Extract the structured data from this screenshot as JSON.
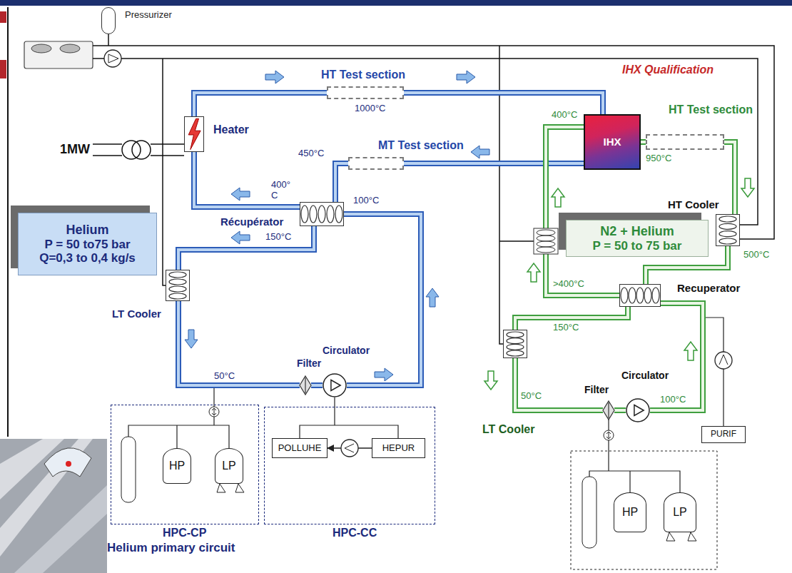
{
  "diagram": {
    "nodes": [
      {
        "text": [
          "Pressurizer"
        ]
      },
      {
        "text": [
          "Heater"
        ]
      },
      {
        "text": [
          "HT Test section"
        ]
      },
      {
        "text": [
          "MT Test section"
        ]
      },
      {
        "text": [
          "IHX"
        ]
      },
      {
        "text": [
          "HT Test section"
        ]
      },
      {
        "text": [
          "Helium",
          "P = 50 to75 bar",
          "Q=0,3 to 0,4 kg/s"
        ]
      },
      {
        "text": [
          "Récupérator"
        ]
      },
      {
        "text": [
          "N2 + Helium",
          "P = 50 to 75 bar"
        ]
      },
      {
        "text": [
          "HT Cooler"
        ]
      },
      {
        "text": [
          "Recuperator"
        ]
      },
      {
        "text": [
          "LT Cooler"
        ]
      },
      {
        "text": [
          "Filter"
        ]
      },
      {
        "text": [
          "Circulator"
        ]
      },
      {
        "text": [
          "LT Cooler"
        ]
      },
      {
        "text": [
          "Filter"
        ]
      },
      {
        "text": [
          "Circulator"
        ]
      },
      {
        "text": [
          "PURIF"
        ]
      },
      {
        "text": [
          "HPC-CP"
        ]
      },
      {
        "text": [
          "HP"
        ],
        "in": 18
      },
      {
        "text": [
          "LP"
        ],
        "in": 18
      },
      {
        "text": [
          "HPC-CC"
        ]
      },
      {
        "text": [
          "POLLUHE"
        ],
        "in": 21
      },
      {
        "text": [
          "HEPUR"
        ],
        "in": 21
      },
      {
        "text": [
          "HP"
        ]
      },
      {
        "text": [
          "LP"
        ]
      }
    ],
    "edges": [
      {
        "from": 1,
        "to": 2,
        "arrow": "none"
      },
      {
        "from": 2,
        "to": 4,
        "arrow": "none"
      },
      {
        "from": 4,
        "to": 3,
        "arrow": "none"
      },
      {
        "from": 3,
        "to": 7,
        "arrow": "none"
      },
      {
        "from": 7,
        "to": 11,
        "arrow": "none"
      },
      {
        "from": 11,
        "to": 12,
        "arrow": "none"
      },
      {
        "from": 12,
        "to": 13,
        "arrow": "none"
      },
      {
        "from": 13,
        "to": 7,
        "arrow": "none"
      },
      {
        "from": 7,
        "to": 1,
        "arrow": "none"
      },
      {
        "from": 4,
        "to": 5,
        "arrow": "none"
      },
      {
        "from": 5,
        "to": 9,
        "arrow": "none"
      },
      {
        "from": 9,
        "to": 10,
        "arrow": "none"
      },
      {
        "from": 10,
        "to": 4,
        "arrow": "none"
      },
      {
        "from": 10,
        "to": 14,
        "arrow": "none"
      },
      {
        "from": 14,
        "to": 15,
        "arrow": "none"
      },
      {
        "from": 15,
        "to": 16,
        "arrow": "none"
      },
      {
        "from": 16,
        "to": 10,
        "arrow": "none"
      },
      {
        "from": 23,
        "to": 22,
        "arrow": "to"
      }
    ],
    "labels": [
      "IHX Qualification",
      "1MW",
      "1000°C",
      "450°C",
      "400° C",
      "100°C",
      "150°C",
      "50°C",
      "400°C",
      "950°C",
      "500°C",
      ">400°C",
      "150°C",
      "50°C",
      "100°C",
      "Helium primary circuit"
    ]
  }
}
